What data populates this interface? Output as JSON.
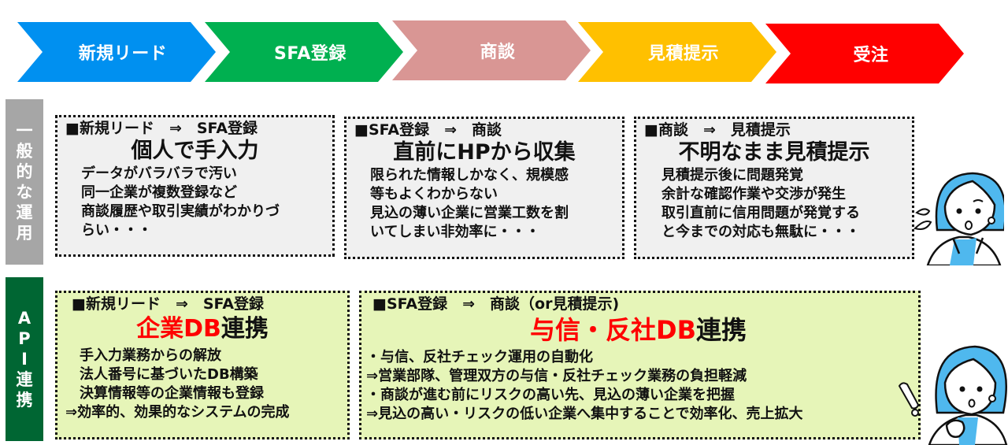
{
  "flow": {
    "steps": [
      {
        "label": "新規リード",
        "color": "#0090f0"
      },
      {
        "label": "SFA登録",
        "color": "#00b050"
      },
      {
        "label": "商談",
        "color": "#d99694"
      },
      {
        "label": "見積提示",
        "color": "#ffc000"
      },
      {
        "label": "受注",
        "color": "#ff0000"
      }
    ]
  },
  "general": {
    "side_label": [
      "一",
      "般",
      "的",
      "な",
      "運",
      "用"
    ],
    "side_color": "#a6a6a6",
    "boxes": [
      {
        "header": "■新規リード　⇒　SFA登録",
        "title": "個人で手入力",
        "lines": [
          "データがバラバラで汚い",
          "同一企業が複数登録など",
          "商談履歴や取引実績がわかりづ",
          "らい・・・"
        ]
      },
      {
        "header": "■SFA登録　⇒　商談",
        "title": "直前にHPから収集",
        "lines": [
          "限られた情報しかなく、規模感",
          "等もよくわからない",
          "見込の薄い企業に営業工数を割",
          "いてしまい非効率に・・・"
        ]
      },
      {
        "header": "■商談　⇒　見積提示",
        "title": "不明なまま見積提示",
        "lines": [
          "見積提示後に問題発覚",
          "余計な確認作業や交渉が発生",
          "取引直前に信用問題が発覚する",
          "と今までの対応も無駄に・・・"
        ]
      }
    ],
    "character": "worried-woman-illustration"
  },
  "api": {
    "side_label": [
      "A",
      "P",
      "I",
      "連",
      "携"
    ],
    "side_color": "#006633",
    "boxes": [
      {
        "header": "■新規リード　⇒　SFA登録",
        "title_red": "企業DB",
        "title_black": "連携",
        "lines": [
          "　手入力業務からの解放",
          "　法人番号に基づいたDB構築",
          "　決算情報等の企業情報も登録",
          "⇒効率的、効果的なシステムの完成"
        ]
      },
      {
        "header": "■SFA登録　⇒　商談（or見積提示)",
        "title_red": "与信・反社DB",
        "title_black": "連携",
        "lines": [
          "・与信、反社チェック運用の自動化",
          "⇒営業部隊、管理双方の与信・反社チェック業務の負担軽減",
          "・商談が進む前にリスクの高い先、見込の薄い企業を把握",
          "⇒見込の高い・リスクの低い企業へ集中することで効率化、売上拡大"
        ]
      }
    ],
    "character": "surprised-woman-illustration"
  }
}
